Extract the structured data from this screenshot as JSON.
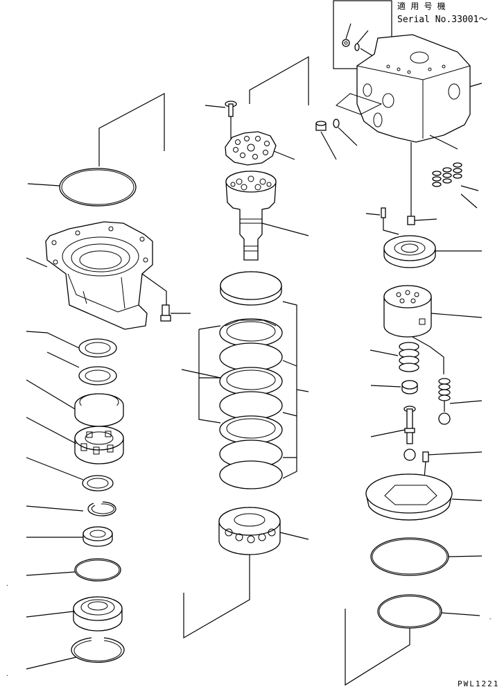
{
  "serial_box": {
    "heading": "適 用 号 機",
    "serial": "Serial No.33001～"
  },
  "drawing_code": "PWL1221"
}
